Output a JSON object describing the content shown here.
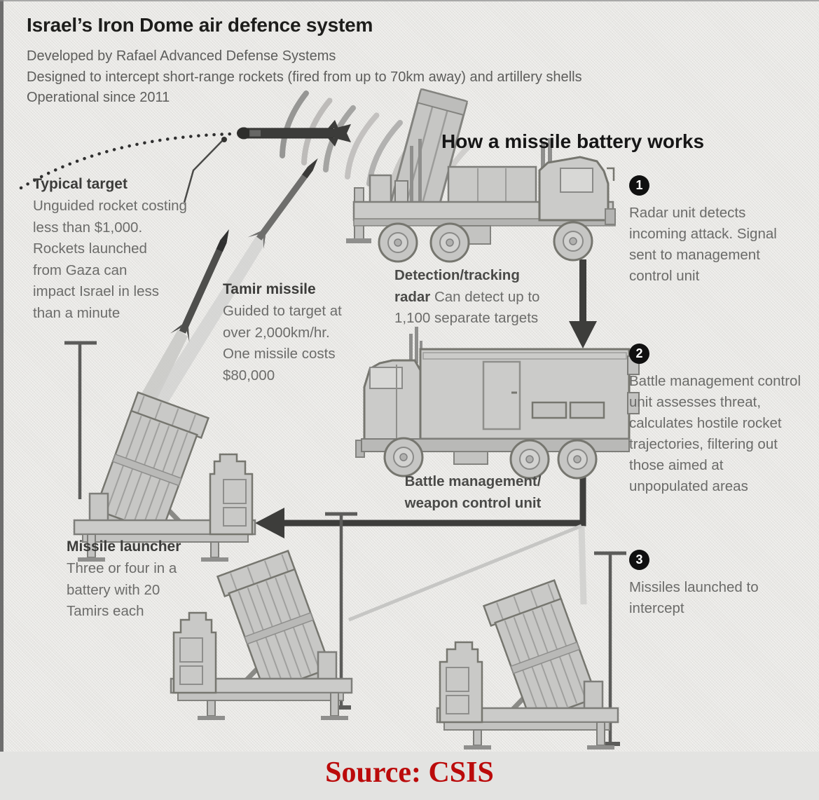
{
  "header": {
    "title": "Israel’s Iron Dome air defence system",
    "subtitle_lines": [
      "Developed by Rafael Advanced Defense Systems",
      "Designed to intercept short-range rockets (fired from up to 70km away) and artillery shells",
      "Operational since 2011"
    ]
  },
  "section_heading": "How a missile battery works",
  "annotations": {
    "typical_target": {
      "title": "Typical target",
      "lines": [
        "Unguided rocket costing",
        "less than $1,000.",
        "Rockets launched",
        "from Gaza can",
        "impact Israel in less",
        "than a minute"
      ]
    },
    "tamir_missile": {
      "title": "Tamir missile",
      "lines": [
        "Guided to target at",
        "over 2,000km/hr.",
        "One missile costs",
        "$80,000"
      ]
    },
    "detection_radar": {
      "title_line1": "Detection/tracking",
      "title_line2_bold": "radar",
      "line2_rest": " Can detect up to",
      "line3": "1,100 separate targets"
    },
    "battle_management": {
      "lines": [
        "Battle management/",
        "weapon control unit"
      ]
    },
    "missile_launcher": {
      "title": "Missile launcher",
      "lines": [
        "Three or four in a",
        "battery with 20",
        "Tamirs each"
      ]
    }
  },
  "steps": [
    {
      "number": "1",
      "text": "Radar unit detects incoming attack. Signal sent to management control unit"
    },
    {
      "number": "2",
      "text": "Battle management control unit assesses threat, calculates hostile rocket trajectories, filtering out those aimed at unpopulated areas"
    },
    {
      "number": "3",
      "text": "Missiles launched to intercept"
    }
  ],
  "footer": {
    "source": "Source: CSIS"
  },
  "colors": {
    "accent_red": "#bb0b0b",
    "ink": "#1d1d1b",
    "muted_text": "#6c6c6a",
    "bold_label": "#3c3c3a",
    "arrow": "#3d3d3d",
    "vehicle_fill": "#cbcbc9",
    "vehicle_stroke": "#7e7e7a",
    "trail": "#c8c8c6"
  }
}
